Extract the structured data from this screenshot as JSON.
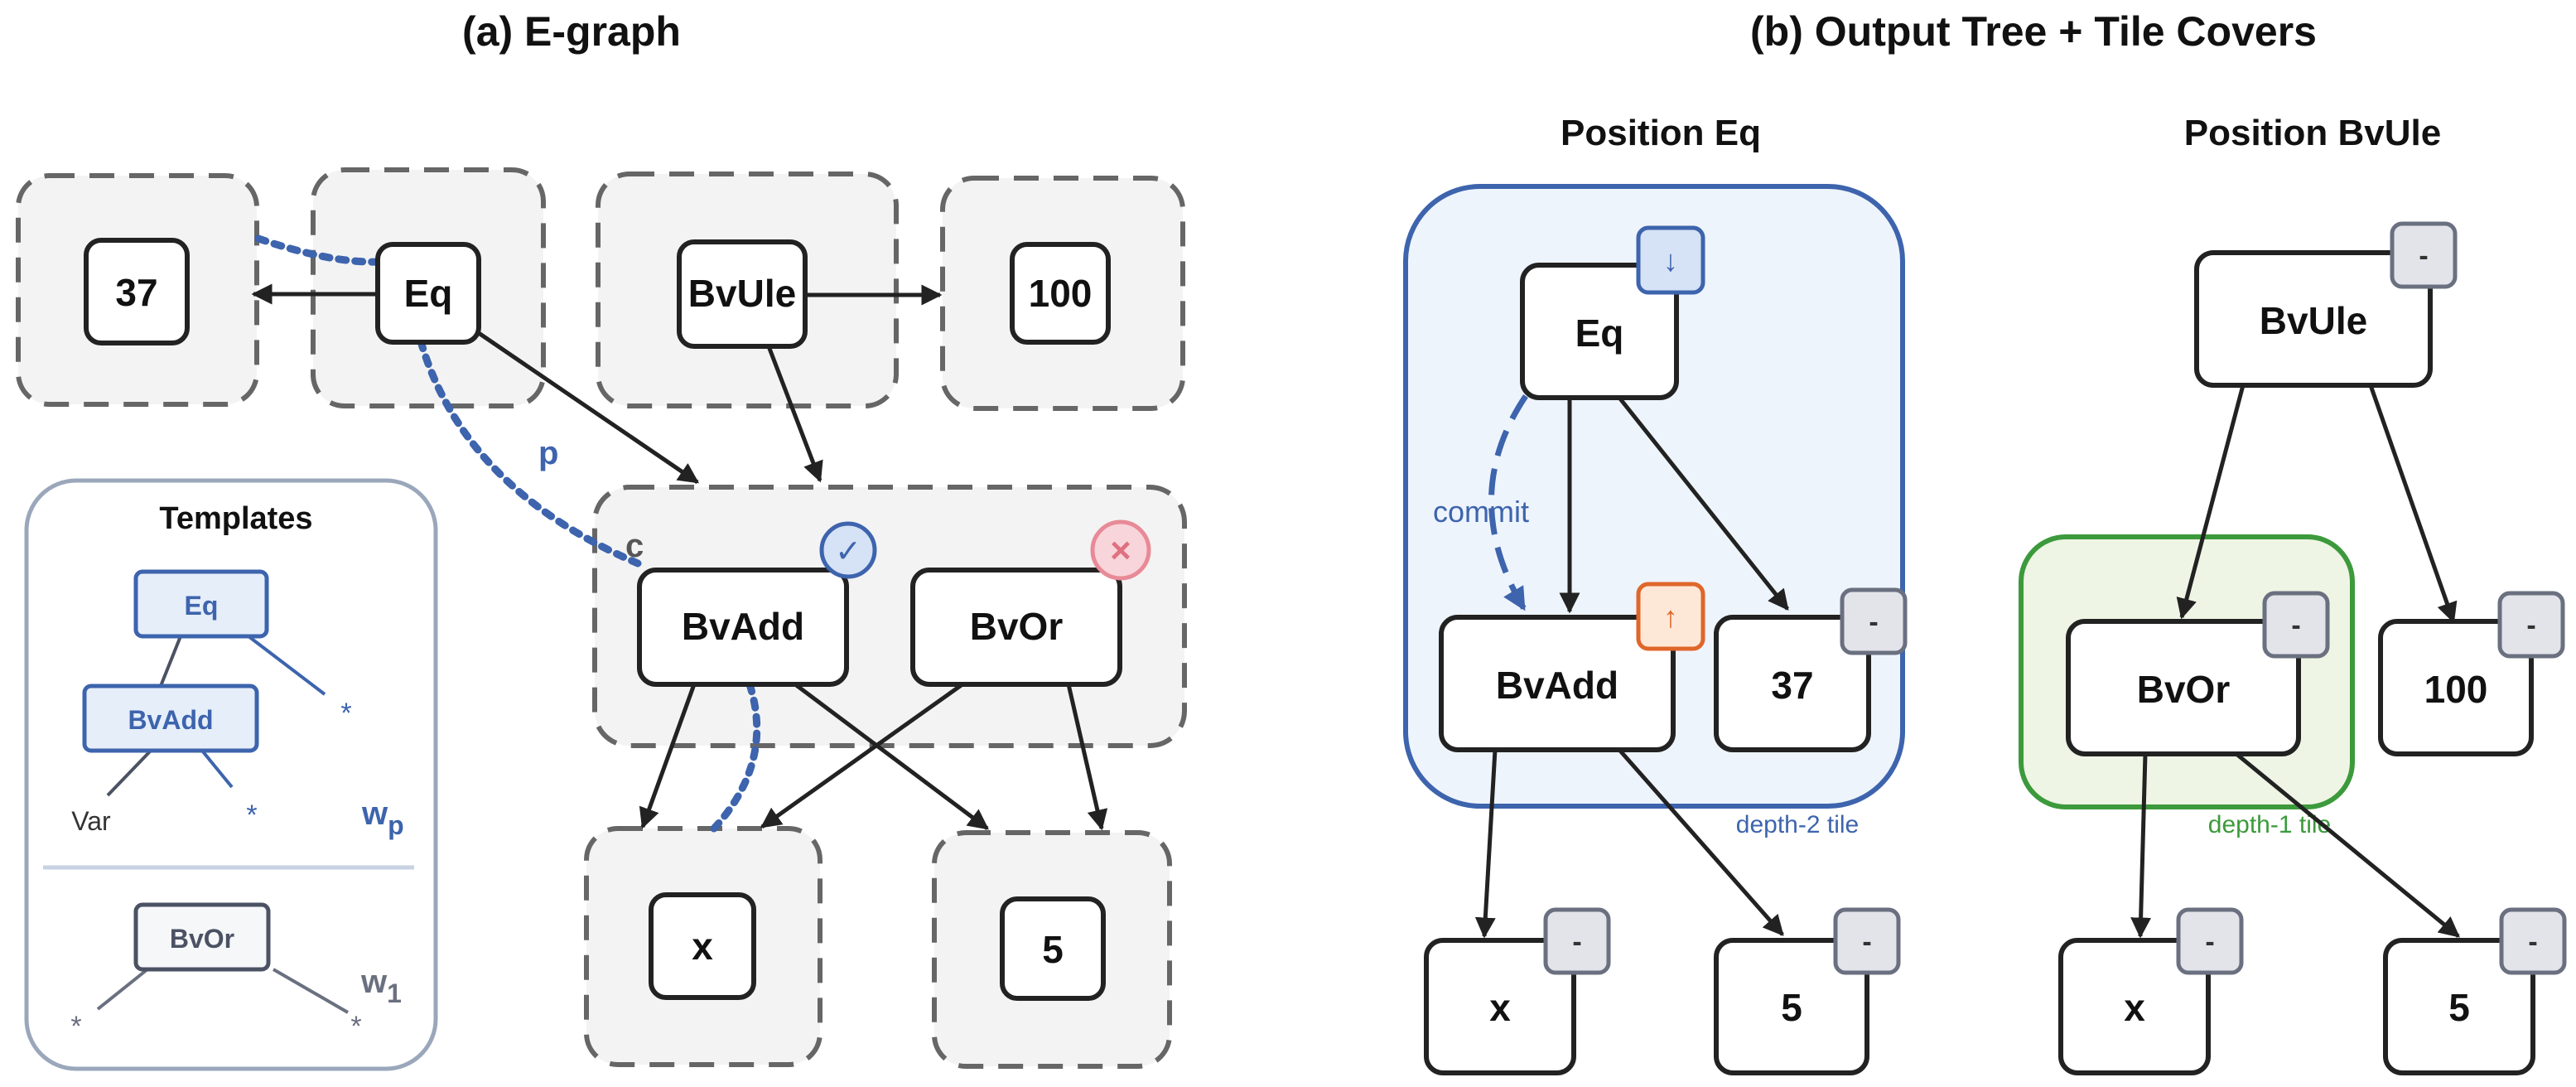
{
  "panel_a": {
    "title": "(a) E-graph",
    "nodes": {
      "n37": "37",
      "eq": "Eq",
      "bvule": "BvUle",
      "n100": "100",
      "bvadd": "BvAdd",
      "bvor": "BvOr",
      "x": "x",
      "n5": "5"
    },
    "labels": {
      "p": "p",
      "c": "c"
    },
    "badges": {
      "check": "✓",
      "cross": "×"
    },
    "templates": {
      "title": "Templates",
      "t1_root": "Eq",
      "t1_child": "BvAdd",
      "t1_var": "Var",
      "star": "*",
      "w_p": "w",
      "w_p_sub": "p",
      "t2_root": "BvOr",
      "w_1": "w",
      "w_1_sub": "1"
    }
  },
  "panel_b": {
    "title": "(b) Output Tree + Tile Covers",
    "left": {
      "heading": "Position Eq",
      "eq": "Eq",
      "bvadd": "BvAdd",
      "n37": "37",
      "x": "x",
      "n5": "5",
      "commit": "commit",
      "tile_label": "depth-2 tile",
      "badge_down": "↓",
      "badge_up": "↑",
      "badge_dash": "-"
    },
    "right": {
      "heading": "Position BvUle",
      "bvule": "BvUle",
      "bvor": "BvOr",
      "n100": "100",
      "x": "x",
      "n5": "5",
      "tile_label": "depth-1 tile",
      "badge_dash": "-"
    }
  },
  "colors": {
    "blue": "#3d64ad",
    "green": "#3c9a3c",
    "orange": "#e0662a",
    "pink": "#e88a97",
    "eclass_fill": "#f3f3f3",
    "tile_blue_fill": "#eef4fc",
    "tile_green_fill": "#eef5e4"
  }
}
